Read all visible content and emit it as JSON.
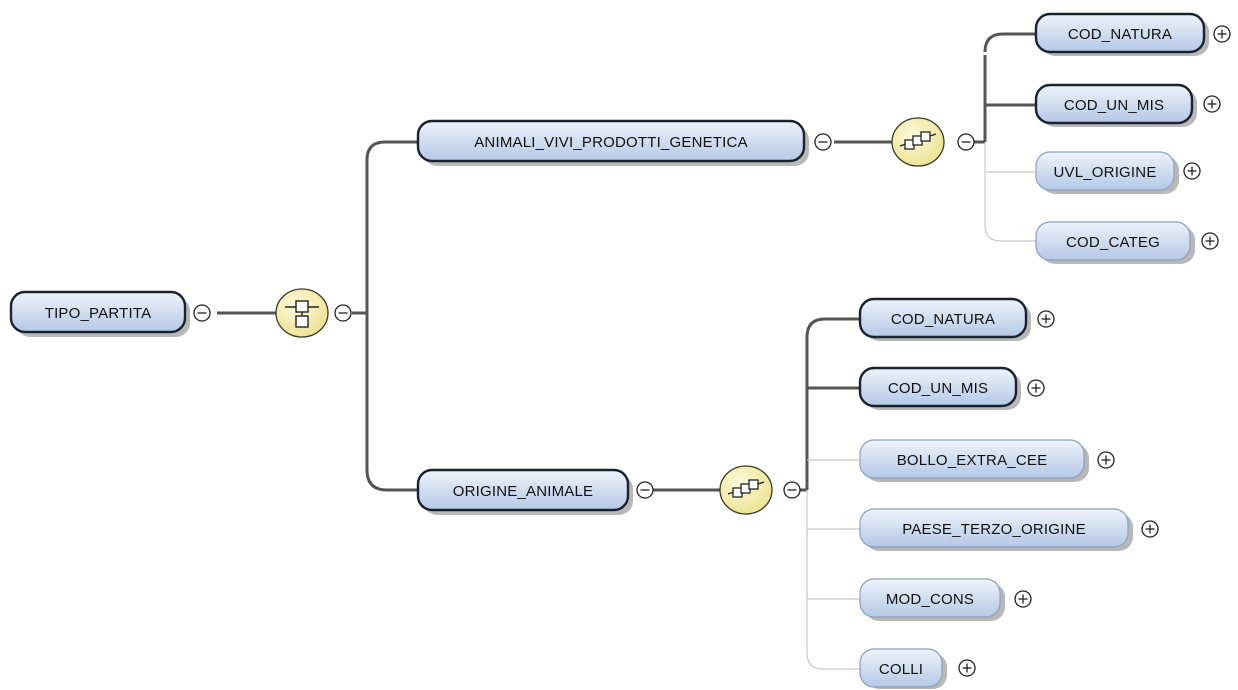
{
  "root": {
    "label": "TIPO_PARTITA",
    "expanded": true
  },
  "root_compositor": {
    "kind": "choice",
    "icon": "choice-compositor-icon"
  },
  "branches": [
    {
      "label": "ANIMALI_VIVI_PRODOTTI_GENETICA",
      "compositor": {
        "kind": "sequence",
        "icon": "sequence-compositor-icon"
      },
      "children": [
        {
          "label": "COD_NATURA",
          "required": true
        },
        {
          "label": "COD_UN_MIS",
          "required": true
        },
        {
          "label": "UVL_ORIGINE",
          "required": false
        },
        {
          "label": "COD_CATEG",
          "required": false
        }
      ]
    },
    {
      "label": "ORIGINE_ANIMALE",
      "compositor": {
        "kind": "sequence",
        "icon": "sequence-compositor-icon"
      },
      "children": [
        {
          "label": "COD_NATURA",
          "required": true
        },
        {
          "label": "COD_UN_MIS",
          "required": true
        },
        {
          "label": "BOLLO_EXTRA_CEE",
          "required": false
        },
        {
          "label": "PAESE_TERZO_ORIGINE",
          "required": false
        },
        {
          "label": "MOD_CONS",
          "required": false
        },
        {
          "label": "COLLI",
          "required": false
        }
      ]
    }
  ],
  "colors": {
    "node_fill_top": "#eef3fb",
    "node_fill_bottom": "#b4c8e6",
    "compositor_fill": "#f7f0b8",
    "connector": "#555555",
    "connector_optional": "#c7c7c7"
  }
}
